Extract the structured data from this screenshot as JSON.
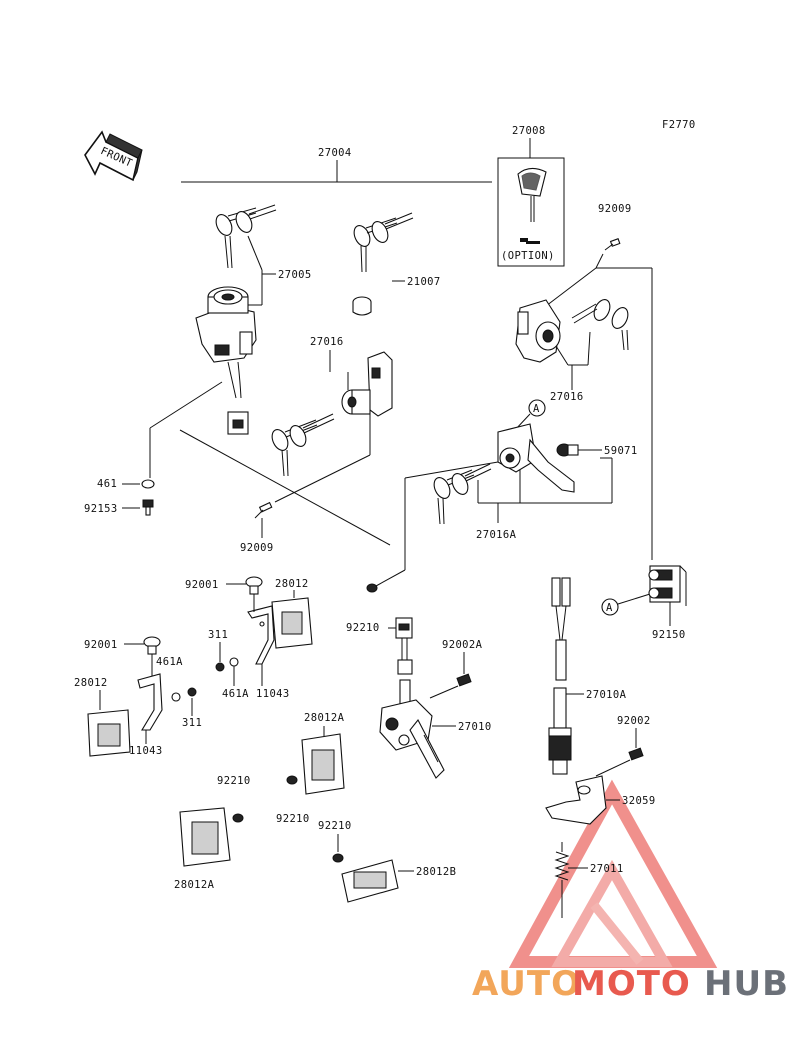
{
  "figure_code": "F2770",
  "front_label": "FRONT",
  "option_label": "(OPTION)",
  "ref_a": "A",
  "labels": {
    "p27004": "27004",
    "p27008": "27008",
    "p92009_top": "92009",
    "p27005": "27005",
    "p21007": "21007",
    "p27016_center": "27016",
    "p27016_right": "27016",
    "p59071": "59071",
    "p27016A": "27016A",
    "p461": "461",
    "p92153": "92153",
    "p92009_bottom": "92009",
    "p92001_a": "92001",
    "p28012_a": "28012",
    "p92001_b": "92001",
    "p311_a": "311",
    "p461A_a": "461A",
    "p461A_b": "461A",
    "p11043_a": "11043",
    "p28012_b": "28012",
    "p311_b": "311",
    "p11043_b": "11043",
    "p92210_a": "92210",
    "p92002A": "92002A",
    "p27010": "27010",
    "p28012A_a": "28012A",
    "p92210_b": "92210",
    "p92210_c": "92210",
    "p92210_d": "92210",
    "p28012A_b": "28012A",
    "p28012B": "28012B",
    "p27010A": "27010A",
    "p92002": "92002",
    "p32059": "32059",
    "p27011": "27011",
    "p92150": "92150"
  },
  "watermark": {
    "part1": "AUTO",
    "part2": "MOTO",
    "part3": "HUB",
    "color1": "#f2a65a",
    "color2": "#e85a4f",
    "color3": "#6b7078"
  }
}
